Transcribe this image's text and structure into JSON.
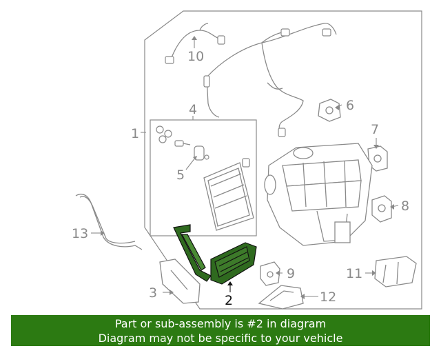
{
  "diagram": {
    "callouts": [
      {
        "id": "1",
        "text": "1"
      },
      {
        "id": "2",
        "text": "2",
        "highlighted": true
      },
      {
        "id": "3",
        "text": "3"
      },
      {
        "id": "4",
        "text": "4"
      },
      {
        "id": "5",
        "text": "5"
      },
      {
        "id": "6",
        "text": "6"
      },
      {
        "id": "7",
        "text": "7"
      },
      {
        "id": "8",
        "text": "8"
      },
      {
        "id": "9",
        "text": "9"
      },
      {
        "id": "10",
        "text": "10"
      },
      {
        "id": "11",
        "text": "11"
      },
      {
        "id": "12",
        "text": "12"
      },
      {
        "id": "13",
        "text": "13"
      }
    ],
    "highlight_color": "#2f6a1f",
    "line_color": "#8a8a8a"
  },
  "banner": {
    "line1": "Part or sub-assembly is #2 in diagram",
    "line2": "Diagram may not be specific to your vehicle",
    "background": "#2c7a12"
  }
}
